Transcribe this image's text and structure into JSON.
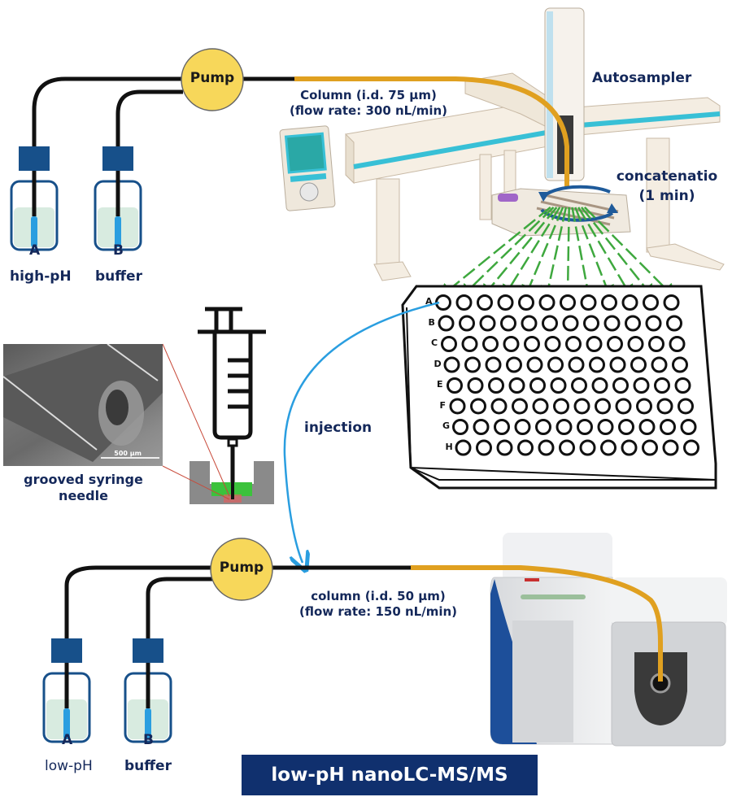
{
  "top_system": {
    "pump_label": "Pump",
    "column_line1": "Column (i.d. 75 µm)",
    "column_line2": "(flow rate: 300 nL/min)",
    "bottle_a_letter": "A",
    "bottle_b_letter": "B",
    "buffer_label_left": "high-pH",
    "buffer_label_right": "buffer",
    "autosampler_label": "Autosampler",
    "concatenation_line1": "concatenatio",
    "concatenation_line2": "(1 min)"
  },
  "plate": {
    "rows": [
      "A",
      "B",
      "C",
      "D",
      "E",
      "F",
      "G",
      "H"
    ],
    "columns": 12
  },
  "middle": {
    "injection_label": "injection",
    "needle_caption_line1": "grooved syringe",
    "needle_caption_line2": "needle",
    "sem_scale": "500 µm"
  },
  "bottom_system": {
    "pump_label": "Pump",
    "column_line1": "column (i.d. 50 µm)",
    "column_line2": "(flow rate: 150 nL/min)",
    "bottle_a_letter": "A",
    "bottle_b_letter": "B",
    "buffer_label_left": "low-pH",
    "buffer_label_right": "buffer",
    "banner": "low-pH nanoLC-MS/MS"
  },
  "colors": {
    "text": "#14285a",
    "pump_fill": "#f7d75a",
    "column": "#e0a020",
    "cap": "#17508a",
    "spray": "#3ea83e",
    "injection_arrow": "#2a9ee0",
    "banner": "#10306e"
  }
}
